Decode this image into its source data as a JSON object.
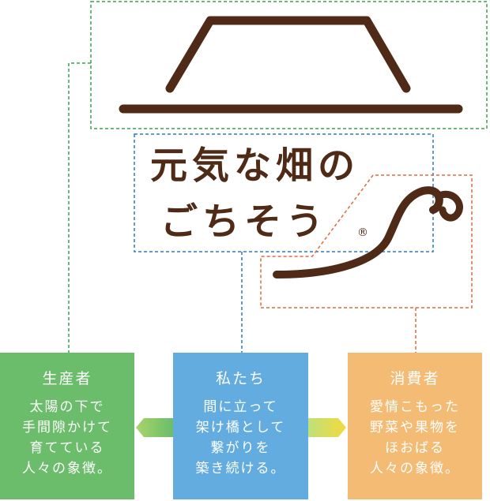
{
  "logo": {
    "line1": "元気な畑の",
    "line2": "ごちそう",
    "registered": "®"
  },
  "boxes": {
    "producer": {
      "title": "生産者",
      "lines": [
        "太陽の下で",
        "手間隙かけて",
        "育てている",
        "人々の象徴。"
      ]
    },
    "us": {
      "title": "私たち",
      "lines": [
        "間に立って",
        "架け橋として",
        "繋がりを",
        "築き続ける。"
      ]
    },
    "consumer": {
      "title": "消費者",
      "lines": [
        "愛情こもった",
        "野菜や果物を",
        "ほおばる",
        "人々の象徴。"
      ]
    }
  },
  "colors": {
    "brown": "#4e2a17",
    "green": "#6bbd6b",
    "blue": "#63ace0",
    "orange": "#f4bb74",
    "dash_green": "#3aa14a",
    "dash_blue": "#2f78c4",
    "dash_orange": "#e06a3a"
  }
}
